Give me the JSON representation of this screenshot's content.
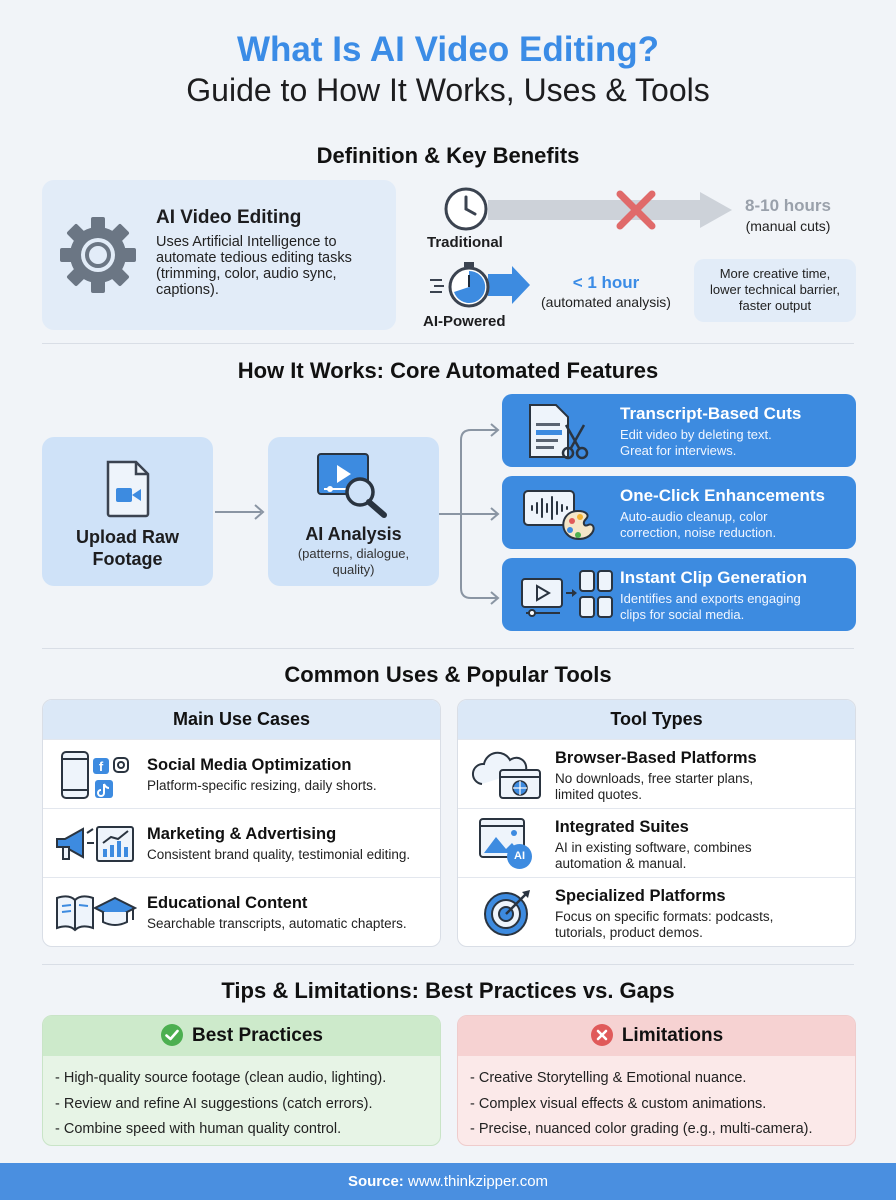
{
  "header": {
    "title": "What Is AI Video Editing?",
    "subtitle": "Guide to How It Works, Uses & Tools"
  },
  "definition": {
    "section_title": "Definition & Key Benefits",
    "card_title": "AI Video Editing",
    "card_text": "Uses Artificial Intelligence to automate tedious editing tasks (trimming, color, audio sync, captions).",
    "traditional_label": "Traditional",
    "traditional_time": "8-10 hours",
    "traditional_note": "(manual cuts)",
    "ai_label": "AI-Powered",
    "ai_time": "< 1 hour",
    "ai_note": "(automated analysis)",
    "benefits": [
      "More creative time,",
      "lower technical barrier,",
      "faster output"
    ]
  },
  "how_it_works": {
    "section_title": "How It Works: Core Automated Features",
    "upload": [
      "Upload Raw",
      "Footage"
    ],
    "analysis_title": "AI Analysis",
    "analysis_sub": [
      "(patterns, dialogue,",
      "quality)"
    ],
    "features": [
      {
        "title": "Transcript-Based Cuts",
        "desc": [
          "Edit video by deleting text.",
          "Great for interviews."
        ]
      },
      {
        "title": "One-Click Enhancements",
        "desc": [
          "Auto-audio cleanup, color",
          "correction, noise reduction."
        ]
      },
      {
        "title": "Instant Clip Generation",
        "desc": [
          "Identifies and exports engaging",
          "clips for social media."
        ]
      }
    ]
  },
  "uses": {
    "section_title": "Common Uses & Popular Tools",
    "use_cases": {
      "heading": "Main Use Cases",
      "items": [
        {
          "title": "Social Media Optimization",
          "desc": [
            "Platform-specific resizing, daily shorts."
          ]
        },
        {
          "title": "Marketing & Advertising",
          "desc": [
            "Consistent brand quality, testimonial editing."
          ]
        },
        {
          "title": "Educational Content",
          "desc": [
            "Searchable transcripts, automatic chapters."
          ]
        }
      ]
    },
    "tool_types": {
      "heading": "Tool Types",
      "items": [
        {
          "title": "Browser-Based Platforms",
          "desc": [
            "No downloads, free starter plans,",
            "limited quotes."
          ]
        },
        {
          "title": "Integrated Suites",
          "desc": [
            "AI in existing software, combines",
            "automation & manual."
          ]
        },
        {
          "title": "Specialized Platforms",
          "desc": [
            "Focus on specific formats: podcasts,",
            "tutorials, product demos."
          ]
        }
      ]
    },
    "ai_badge": "AI"
  },
  "tips": {
    "section_title": "Tips & Limitations: Best Practices vs. Gaps",
    "best": {
      "heading": "Best Practices",
      "color": "#d3ecd2",
      "items": [
        "- High-quality source footage (clean audio, lighting).",
        "- Review and refine AI suggestions (catch errors).",
        "- Combine speed with human quality control."
      ]
    },
    "limits": {
      "heading": "Limitations",
      "color": "#f7d6d6",
      "items": [
        "- Creative Storytelling & Emotional nuance.",
        "- Complex visual effects & custom animations.",
        "- Precise, nuanced color grading (e.g., multi-camera)."
      ]
    }
  },
  "footer": {
    "label": "Source:",
    "url": "www.thinkzipper.com"
  }
}
